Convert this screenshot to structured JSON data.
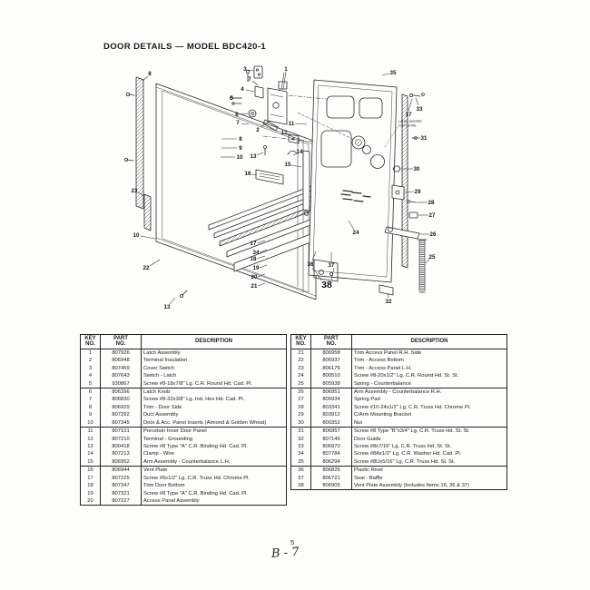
{
  "page": {
    "title": "DOOR DETAILS — MODEL BDC420-1",
    "page_number": "5",
    "handwritten_note": "B - 7"
  },
  "tables": {
    "headers": {
      "key1": "KEY",
      "key2": "NO.",
      "part1": "PART",
      "part2": "NO.",
      "desc": "DESCRIPTION"
    },
    "left": {
      "group_breaks": [
        "5",
        "10",
        "15"
      ],
      "rows": [
        [
          "1",
          "807926",
          "Latch Assembly"
        ],
        [
          "2",
          "806948",
          "Terminal Insulation"
        ],
        [
          "3",
          "807459",
          "Cover Switch"
        ],
        [
          "4",
          "807643",
          "Switch - Latch"
        ],
        [
          "5",
          "930867",
          "Screw #8-18x7/8\" Lg. C.R. Round Hd. Cad. Pl."
        ],
        [
          "6",
          "806396",
          "Latch Knob"
        ],
        [
          "7",
          "806830",
          "Screw #8-32x3/8\" Lg. Ind. Hex Hd. Cad. Pl."
        ],
        [
          "8",
          "806929",
          "Trim - Door Side"
        ],
        [
          "9",
          "807292",
          "Duct Assembly"
        ],
        [
          "10",
          "807345",
          "Door & Acc. Panel Inserts (Almond & Golden Wheat)"
        ],
        [
          "11",
          "807101",
          "Porcelain Inner Door Panel"
        ],
        [
          "12",
          "807210",
          "Terminal - Grounding"
        ],
        [
          "13",
          "800418",
          "Screw #8 Type \"A\" C.R. Binding Hd. Cad. Pl."
        ],
        [
          "14",
          "807213",
          "Clamp - Wire"
        ],
        [
          "15",
          "806952",
          "Arm Assembly - Counterbalance L.H."
        ],
        [
          "16",
          "806944",
          "Vent Plate"
        ],
        [
          "17",
          "807225",
          "Screw #6x1/2\" Lg. C.R. Truss Hd. Chrome Pl."
        ],
        [
          "18",
          "807347",
          "Trim Door Bottom"
        ],
        [
          "19",
          "807321",
          "Screw #8 Type \"A\" C.R. Binding Hd. Cad. Pl."
        ],
        [
          "20",
          "807227",
          "Access Panel Assembly"
        ]
      ]
    },
    "right": {
      "group_breaks": [
        "25",
        "30",
        "35"
      ],
      "rows": [
        [
          "21",
          "806958",
          "Trim Access Panel R.H. Side"
        ],
        [
          "22",
          "806937",
          "Trim - Access Bottom"
        ],
        [
          "23",
          "806176",
          "Trim - Access Panel L.H."
        ],
        [
          "24",
          "800510",
          "Screw #8-20x1/2\" Lg. C.R. Round Hd. St. St."
        ],
        [
          "25",
          "805938",
          "Spring - Counterbalance"
        ],
        [
          "26",
          "806951",
          "Arm Assembly - Counterbalance R.H."
        ],
        [
          "27",
          "806934",
          "Spring Pad"
        ],
        [
          "28",
          "803341",
          "Screw #10-24x1/2\" Lg. C.R. Truss Hd. Chrome Pl."
        ],
        [
          "29",
          "803912",
          "C/Arm Mounting Bracket"
        ],
        [
          "30",
          "800352",
          "Nut"
        ],
        [
          "31",
          "806957",
          "Screw #8 Type \"B\"x3/4\" Lg. C.R. Truss Hd. St. St."
        ],
        [
          "32",
          "807146",
          "Door Guide"
        ],
        [
          "33",
          "806970",
          "Screw #8x7/16\" Lg. C.R. Truss Hd. St. St."
        ],
        [
          "34",
          "807784",
          "Screw #8Ax1/2\" Lg. C.R. Washer Hd. Cad. Pl."
        ],
        [
          "35",
          "806294",
          "Screw #8Ux5/16\" Lg. C.R. Truss Hd. St. St."
        ],
        [
          "36",
          "806826",
          "Plastic Rivet"
        ],
        [
          "37",
          "806721",
          "Seal - Baffle"
        ],
        [
          "38",
          "806905",
          "Vent Plate Assembly (Includes Items 16, 36 & 37)"
        ]
      ]
    }
  },
  "diagram": {
    "annotation": {
      "line1": "LATCH KEEPER",
      "line2": "CLIP DETAIL"
    },
    "callouts": [
      {
        "n": "1",
        "t": [
          183,
          12
        ],
        "l": [
          [
            183,
            15,
            180,
            34
          ]
        ]
      },
      {
        "n": "2",
        "t": [
          152,
          79
        ],
        "l": [
          [
            155,
            76,
            165,
            70
          ]
        ]
      },
      {
        "n": "3",
        "t": [
          138,
          12
        ],
        "l": [
          [
            141,
            13,
            148,
            14
          ]
        ]
      },
      {
        "n": "4",
        "t": [
          135,
          34
        ],
        "l": [
          [
            139,
            35,
            148,
            37
          ]
        ]
      },
      {
        "n": "5",
        "t": [
          123,
          44
        ],
        "l": [
          [
            127,
            44,
            135,
            44
          ]
        ]
      },
      {
        "n": "6",
        "t": [
          129,
          62
        ],
        "l": [
          [
            133,
            62,
            141,
            61
          ]
        ]
      },
      {
        "n": "7",
        "t": [
          143,
          23
        ],
        "l": [
          [
            146,
            25,
            152,
            30
          ]
        ]
      },
      {
        "n": "7",
        "t": [
          130,
          71
        ],
        "l": [
          [
            134,
            72,
            142,
            73
          ]
        ]
      },
      {
        "n": "8",
        "t": [
          33,
          17
        ],
        "l": [
          [
            31,
            20,
            25,
            25
          ]
        ]
      },
      {
        "n": "8",
        "t": [
          133,
          89
        ],
        "l": [
          [
            129,
            89,
            112,
            89
          ]
        ]
      },
      {
        "n": "9",
        "t": [
          133,
          99
        ],
        "l": [
          [
            129,
            99,
            112,
            99
          ]
        ]
      },
      {
        "n": "10",
        "t": [
          132,
          109
        ],
        "l": [
          [
            127,
            109,
            111,
            109
          ]
        ]
      },
      {
        "n": "10",
        "t": [
          18,
          195
        ],
        "l": [
          [
            23,
            196,
            39,
            199
          ]
        ]
      },
      {
        "n": "11",
        "t": [
          189,
          72
        ],
        "l": [
          [
            193,
            72,
            206,
            73
          ]
        ]
      },
      {
        "n": "12",
        "t": [
          181,
          82
        ],
        "l": [
          [
            184,
            83,
            189,
            86
          ]
        ]
      },
      {
        "n": "13",
        "t": [
          147,
          108
        ],
        "l": [
          [
            151,
            107,
            158,
            104
          ]
        ]
      },
      {
        "n": "13",
        "t": [
          52,
          274
        ],
        "l": [
          [
            55,
            271,
            61,
            264
          ]
        ]
      },
      {
        "n": "14",
        "t": [
          198,
          103
        ],
        "l": [
          [
            195,
            105,
            191,
            107
          ]
        ]
      },
      {
        "n": "15",
        "t": [
          185,
          117
        ],
        "l": [
          [
            189,
            118,
            200,
            120
          ]
        ]
      },
      {
        "n": "16",
        "t": [
          141,
          127
        ],
        "l": [
          [
            145,
            128,
            151,
            129
          ]
        ]
      },
      {
        "n": "17",
        "t": [
          318,
          62
        ],
        "l": [
          [
            318,
            58,
            322,
            45
          ]
        ]
      },
      {
        "n": "17",
        "t": [
          147,
          204
        ],
        "l": [
          [
            151,
            204,
            160,
            201
          ]
        ]
      },
      {
        "n": "18",
        "t": [
          147,
          221
        ],
        "l": [
          [
            151,
            221,
            160,
            218
          ]
        ]
      },
      {
        "n": "19",
        "t": [
          150,
          231
        ],
        "l": [
          [
            154,
            231,
            162,
            228
          ]
        ]
      },
      {
        "n": "20",
        "t": [
          148,
          241
        ],
        "l": [
          [
            152,
            241,
            160,
            238
          ]
        ]
      },
      {
        "n": "21",
        "t": [
          148,
          251
        ],
        "l": [
          [
            152,
            251,
            160,
            248
          ]
        ]
      },
      {
        "n": "22",
        "t": [
          29,
          231
        ],
        "l": [
          [
            33,
            229,
            44,
            222
          ]
        ]
      },
      {
        "n": "23",
        "t": [
          16,
          146
        ],
        "l": [
          [
            20,
            148,
            27,
            152
          ]
        ]
      },
      {
        "n": "24",
        "t": [
          260,
          192
        ],
        "l": [
          [
            258,
            189,
            252,
            179
          ]
        ]
      },
      {
        "n": "25",
        "t": [
          344,
          219
        ],
        "l": [
          [
            341,
            221,
            337,
            226
          ]
        ]
      },
      {
        "n": "26",
        "t": [
          345,
          194
        ],
        "l": [
          [
            341,
            194,
            331,
            194
          ]
        ]
      },
      {
        "n": "27",
        "t": [
          344,
          173
        ],
        "l": [
          [
            340,
            173,
            329,
            173
          ]
        ]
      },
      {
        "n": "28",
        "t": [
          343,
          159
        ],
        "l": [
          [
            339,
            159,
            327,
            159
          ]
        ]
      },
      {
        "n": "29",
        "t": [
          328,
          147
        ],
        "l": [
          [
            324,
            147,
            314,
            148
          ]
        ]
      },
      {
        "n": "30",
        "t": [
          327,
          122
        ],
        "l": [
          [
            323,
            122,
            310,
            122
          ]
        ]
      },
      {
        "n": "31",
        "t": [
          335,
          88
        ],
        "l": [
          [
            331,
            88,
            322,
            88
          ]
        ]
      },
      {
        "n": "32",
        "t": [
          296,
          268
        ],
        "l": [
          [
            296,
            264,
            295,
            260
          ]
        ]
      },
      {
        "n": "33",
        "t": [
          330,
          56
        ],
        "l": [
          [
            329,
            52,
            326,
            44
          ]
        ]
      },
      {
        "n": "34",
        "t": [
          150,
          214
        ],
        "l": [
          [
            154,
            214,
            162,
            211
          ]
        ]
      },
      {
        "n": "35",
        "t": [
          301,
          16
        ],
        "l": [
          [
            297,
            17,
            289,
            19
          ]
        ]
      },
      {
        "n": "36",
        "t": [
          210,
          227
        ],
        "l": [
          [
            212,
            223,
            216,
            213
          ]
        ]
      },
      {
        "n": "37",
        "t": [
          233,
          228
        ],
        "l": [
          [
            233,
            224,
            233,
            214
          ]
        ]
      },
      {
        "n": "38",
        "big": true,
        "t": [
          228,
          251
        ],
        "l": [
          [
            222,
            245,
            213,
            231
          ],
          [
            233,
            245,
            236,
            231
          ]
        ]
      }
    ]
  }
}
